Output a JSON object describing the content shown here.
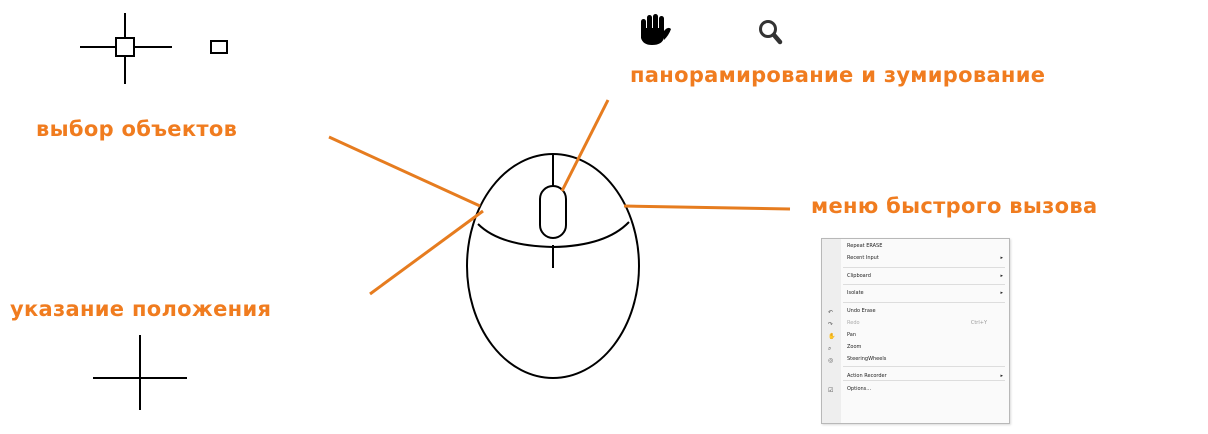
{
  "labels": {
    "select_objects": "выбор объектов",
    "pan_zoom": "панорамирование и зумирование",
    "shortcut_menu": "меню быстрого вызова",
    "specify_point": "указание положения"
  },
  "colors": {
    "accent": "#f07c1f",
    "line": "#000000"
  },
  "icons": [
    "crosshair-pickbox-icon",
    "pickbox-icon",
    "pan-hand-icon",
    "zoom-magnifier-icon",
    "crosshair-icon",
    "mouse-icon"
  ],
  "context_menu": {
    "items": [
      {
        "label": "Repeat ERASE",
        "icon": "",
        "shortcut": "",
        "submenu": false,
        "disabled": false
      },
      {
        "label": "Recent Input",
        "icon": "",
        "shortcut": "",
        "submenu": true,
        "disabled": false
      },
      {
        "label": "Clipboard",
        "icon": "",
        "shortcut": "",
        "submenu": true,
        "disabled": false
      },
      {
        "label": "Isolate",
        "icon": "",
        "shortcut": "",
        "submenu": true,
        "disabled": false
      },
      {
        "label": "Undo Erase",
        "icon": "↶",
        "shortcut": "",
        "submenu": false,
        "disabled": false
      },
      {
        "label": "Redo",
        "icon": "↷",
        "shortcut": "Ctrl+Y",
        "submenu": false,
        "disabled": true
      },
      {
        "label": "Pan",
        "icon": "✋",
        "shortcut": "",
        "submenu": false,
        "disabled": false
      },
      {
        "label": "Zoom",
        "icon": "⌕",
        "shortcut": "",
        "submenu": false,
        "disabled": false
      },
      {
        "label": "SteeringWheels",
        "icon": "◎",
        "shortcut": "",
        "submenu": false,
        "disabled": false
      },
      {
        "label": "Action Recorder",
        "icon": "",
        "shortcut": "",
        "submenu": true,
        "disabled": false
      },
      {
        "label": "Options...",
        "icon": "☑",
        "shortcut": "",
        "submenu": false,
        "disabled": false
      }
    ]
  }
}
